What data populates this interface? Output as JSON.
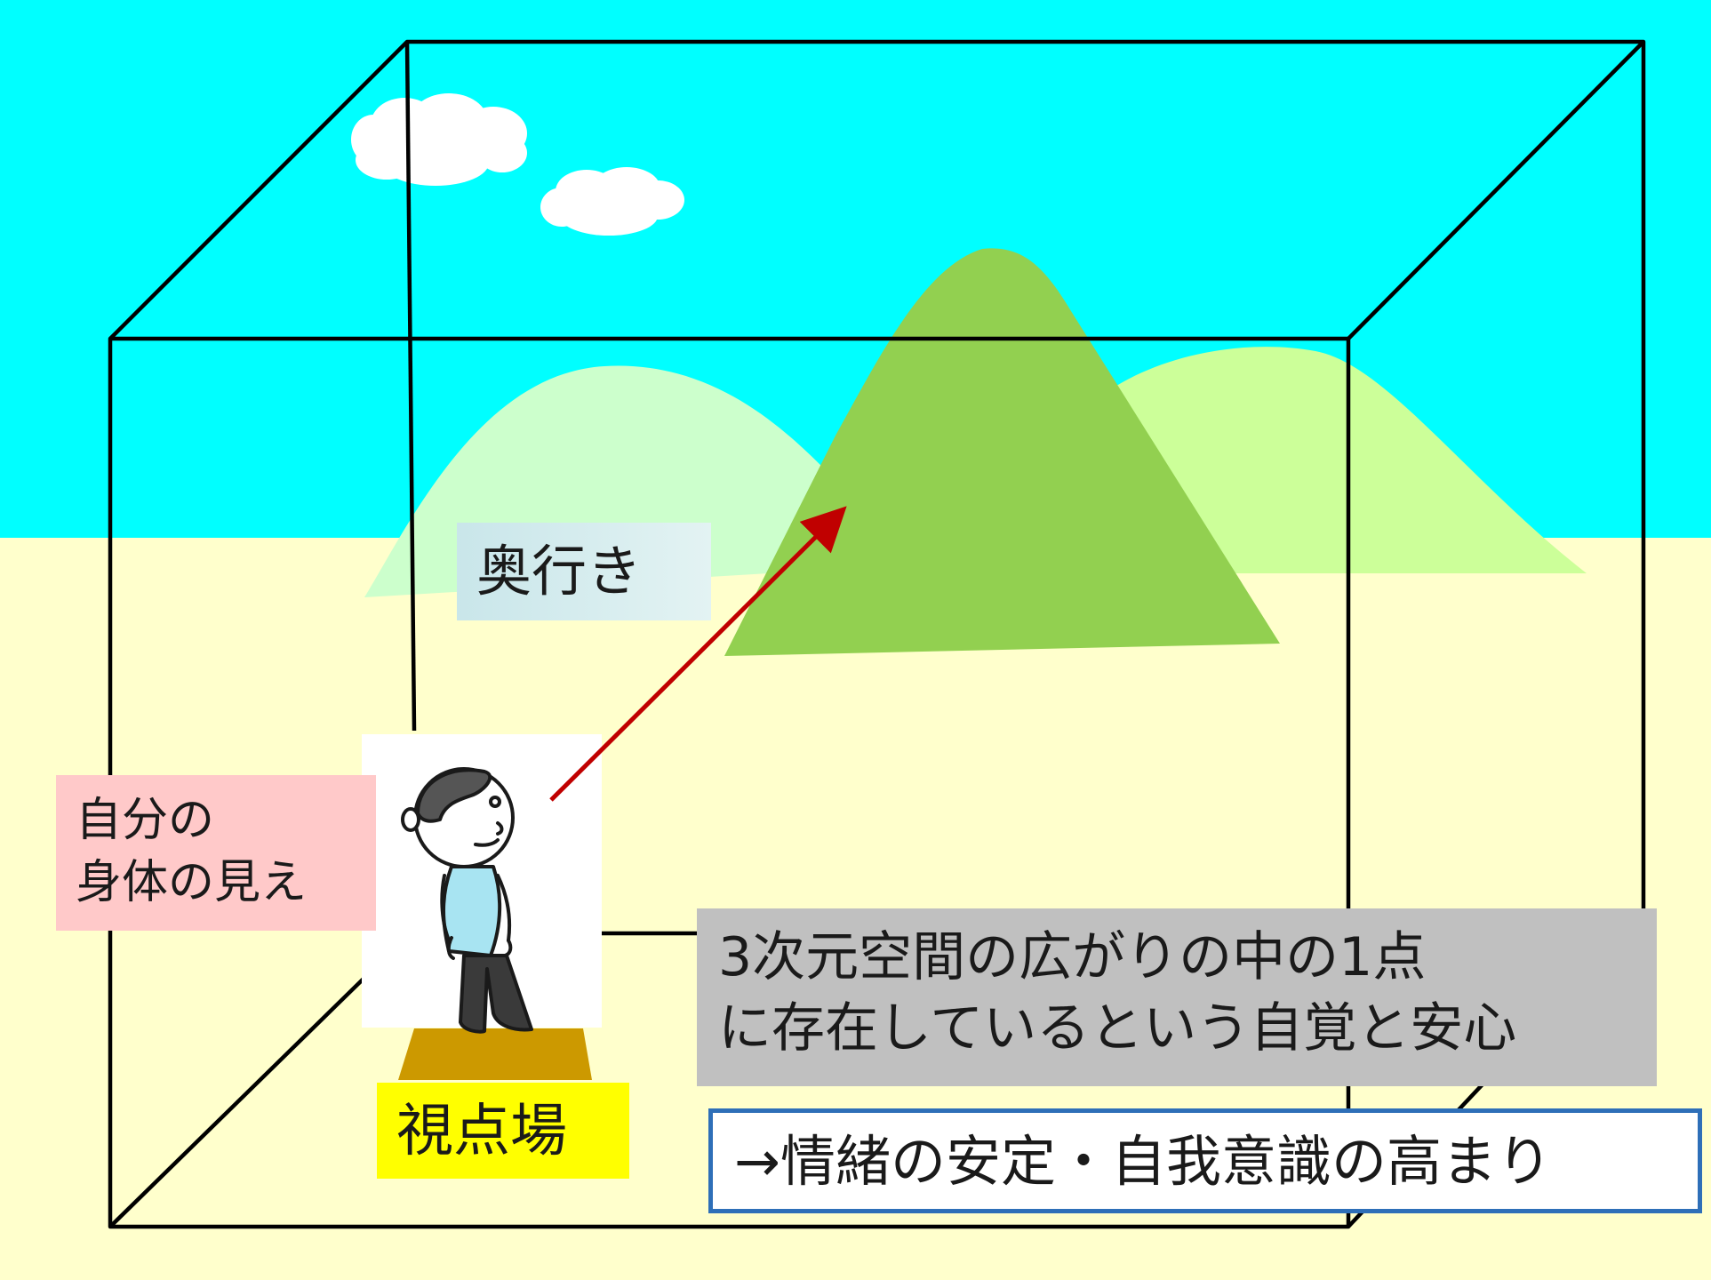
{
  "labels": {
    "depth": "奥行き",
    "body_view": [
      "自分の",
      "身体の見え"
    ],
    "viewpoint": "視点場",
    "statement": [
      "3次元空間の広がりの中の1点",
      "に存在しているという自覚と安心"
    ],
    "conclusion": "→情緒の安定・自我意識の高まり"
  },
  "colors": {
    "sky": "#00ffff",
    "ground": "#ffffcc",
    "hill_back_left": "#ccffcc",
    "hill_back_right": "#ccff99",
    "mountain_front": "#92d050",
    "arrow": "#c00000",
    "cube_edges": "#000000",
    "viewpoint_platform": "#cc9900",
    "depth_box": "#dff0f2",
    "body_label_box": "#ffc9c9",
    "viewpoint_label_box": "#ffff00",
    "statement_box": "#c0c0c0",
    "conclusion_border": "#2e6fb8"
  },
  "icons": {
    "clouds": "cloud-icon",
    "person": "standing-person-sketch-icon"
  }
}
